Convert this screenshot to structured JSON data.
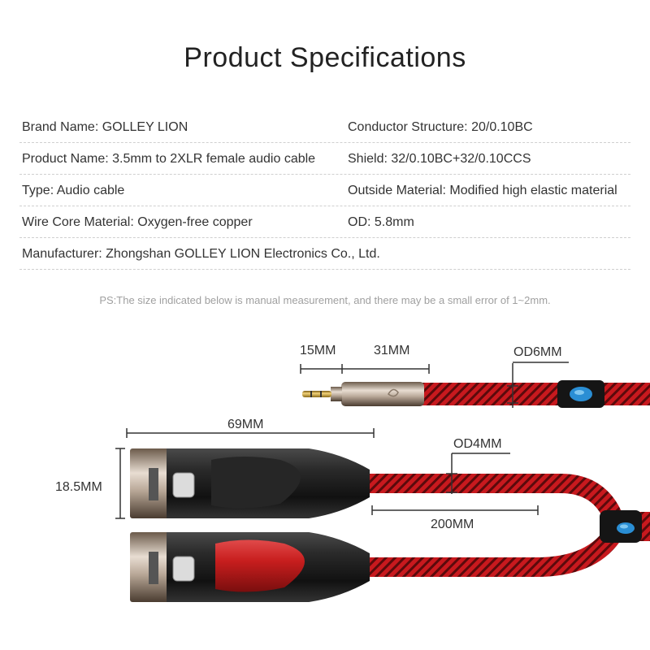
{
  "title": "Product Specifications",
  "specs": [
    {
      "left": "Brand Name: GOLLEY LION",
      "right": "Conductor Structure: 20/0.10BC"
    },
    {
      "left": "Product Name: 3.5mm to 2XLR female audio cable",
      "right": "Shield: 32/0.10BC+32/0.10CCS"
    },
    {
      "left": "Type: Audio cable",
      "right": "Outside Material: Modified high elastic material"
    },
    {
      "left": "Wire Core Material: Oxygen-free copper",
      "right": "OD: 5.8mm"
    },
    {
      "left": "Manufacturer: Zhongshan GOLLEY LION Electronics Co., Ltd.",
      "right": ""
    }
  ],
  "note": "PS:The size indicated below is manual measurement, and there may be a small error of 1~2mm.",
  "dimensions": {
    "plug_tip": "15MM",
    "plug_body": "31MM",
    "main_cable_od": "OD6MM",
    "xlr_length": "69MM",
    "xlr_height": "18.5MM",
    "branch_cable_od": "OD4MM",
    "branch_length": "200MM"
  },
  "colors": {
    "cable_red": "#c8191e",
    "cable_dark": "#5a0a0c",
    "connector_black": "#1e1e1e",
    "connector_red": "#d42a2a",
    "logo_blue": "#2a8ed4"
  }
}
